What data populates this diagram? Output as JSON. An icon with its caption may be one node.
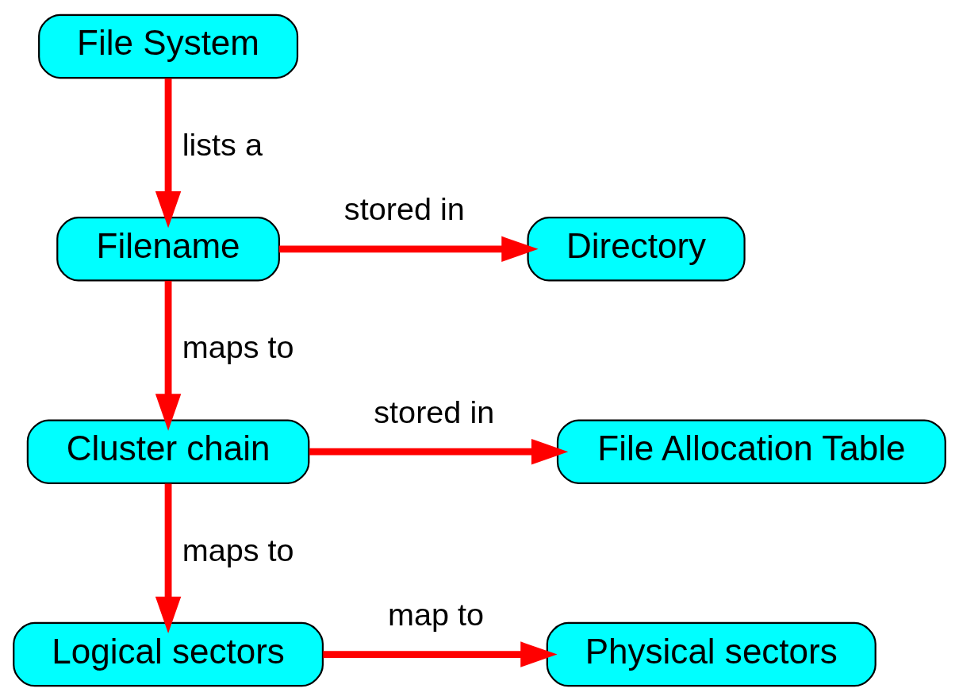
{
  "diagram": {
    "nodes": [
      {
        "text": [
          "File System"
        ]
      },
      {
        "text": [
          "Filename"
        ]
      },
      {
        "text": [
          "Directory"
        ]
      },
      {
        "text": [
          "Cluster chain"
        ]
      },
      {
        "text": [
          "File Allocation Table"
        ]
      },
      {
        "text": [
          "Logical sectors"
        ]
      },
      {
        "text": [
          "Physical sectors"
        ]
      }
    ],
    "edges": [
      {
        "from": 0,
        "to": 1,
        "arrow": "to",
        "label": "lists a"
      },
      {
        "from": 1,
        "to": 2,
        "arrow": "to",
        "label": "stored in"
      },
      {
        "from": 1,
        "to": 3,
        "arrow": "to",
        "label": "maps to"
      },
      {
        "from": 3,
        "to": 4,
        "arrow": "to",
        "label": "stored in"
      },
      {
        "from": 3,
        "to": 5,
        "arrow": "to",
        "label": "maps to"
      },
      {
        "from": 5,
        "to": 6,
        "arrow": "to",
        "label": "map to"
      }
    ]
  }
}
